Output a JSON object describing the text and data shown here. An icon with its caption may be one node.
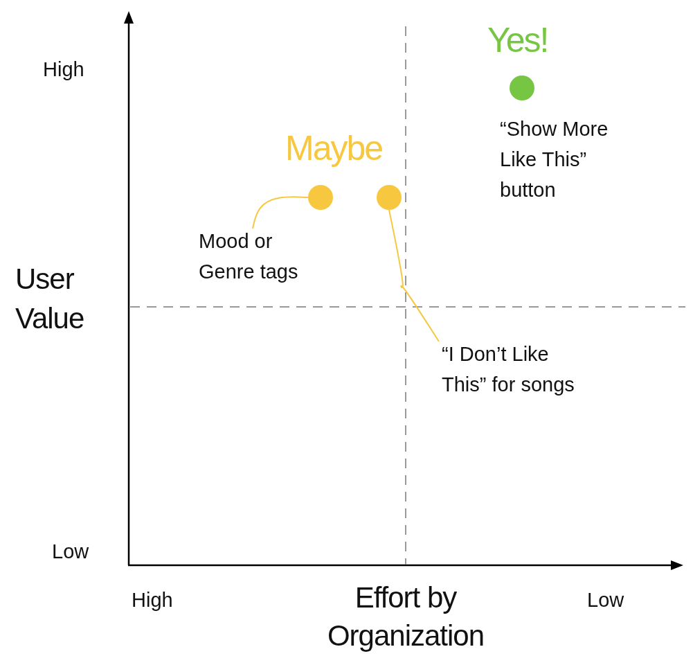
{
  "diagram": {
    "nodes": [
      {
        "text": [
          "Mood or Genre tags"
        ]
      },
      {
        "text": [],
        "shape": "circle"
      },
      {
        "text": [],
        "shape": "circle"
      },
      {
        "text": [
          "“I Don’t Like This” for songs"
        ]
      },
      {
        "text": [],
        "shape": "circle"
      }
    ],
    "edges": [
      {
        "from": 0,
        "to": 1,
        "arrow": "none"
      },
      {
        "from": 3,
        "to": 2,
        "arrow": "none"
      }
    ],
    "labels": [
      "Yes!",
      "High",
      "“Show More Like This” button",
      "Maybe",
      "User Value",
      "Low",
      "High",
      "Effort by Organization",
      "Low"
    ]
  }
}
